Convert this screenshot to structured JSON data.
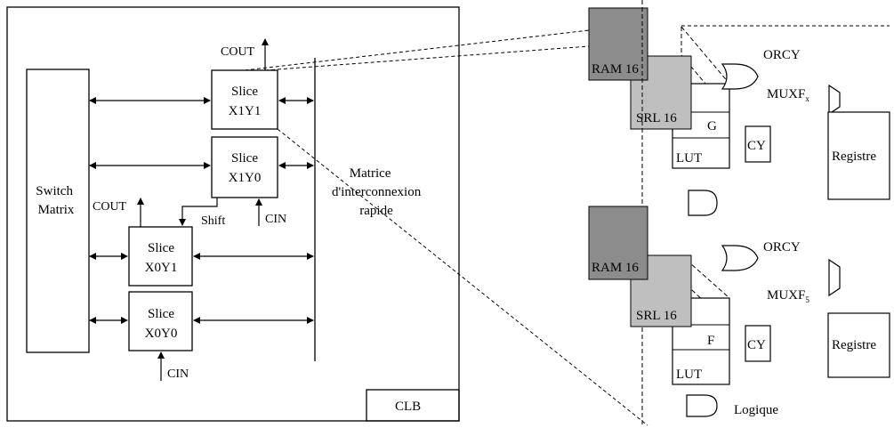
{
  "clb": {
    "label": "CLB",
    "switch_matrix": [
      "Switch",
      "Matrix"
    ],
    "interconnect": [
      "Matrice",
      "d'interconnexion",
      "rapide"
    ],
    "slices": [
      {
        "id": "x1y1",
        "line1": "Slice",
        "line2": "X1Y1"
      },
      {
        "id": "x1y0",
        "line1": "Slice",
        "line2": "X1Y0"
      },
      {
        "id": "x0y1",
        "line1": "Slice",
        "line2": "X0Y1"
      },
      {
        "id": "x0y0",
        "line1": "Slice",
        "line2": "X0Y0"
      }
    ],
    "cout_top": "COUT",
    "cout_mid": "COUT",
    "shift": "Shift",
    "cin_mid": "CIN",
    "cin_bottom": "CIN"
  },
  "detail": {
    "upper": {
      "ram": "RAM 16",
      "srl": "SRL 16",
      "lut_letter": "G",
      "lut": "LUT",
      "orcy": "ORCY",
      "mux": "MUXF",
      "mux_sub": "x",
      "cy": "CY",
      "registre": "Registre"
    },
    "lower": {
      "ram": "RAM 16",
      "srl": "SRL 16",
      "lut_letter": "F",
      "lut": "LUT",
      "orcy": "ORCY",
      "mux": "MUXF",
      "mux_sub": "5",
      "cy": "CY",
      "registre": "Registre"
    },
    "logique": "Logique"
  },
  "colors": {
    "ram_fill": "#8c8c8c",
    "srl_fill": "#bfbfbf",
    "line": "#000000"
  }
}
